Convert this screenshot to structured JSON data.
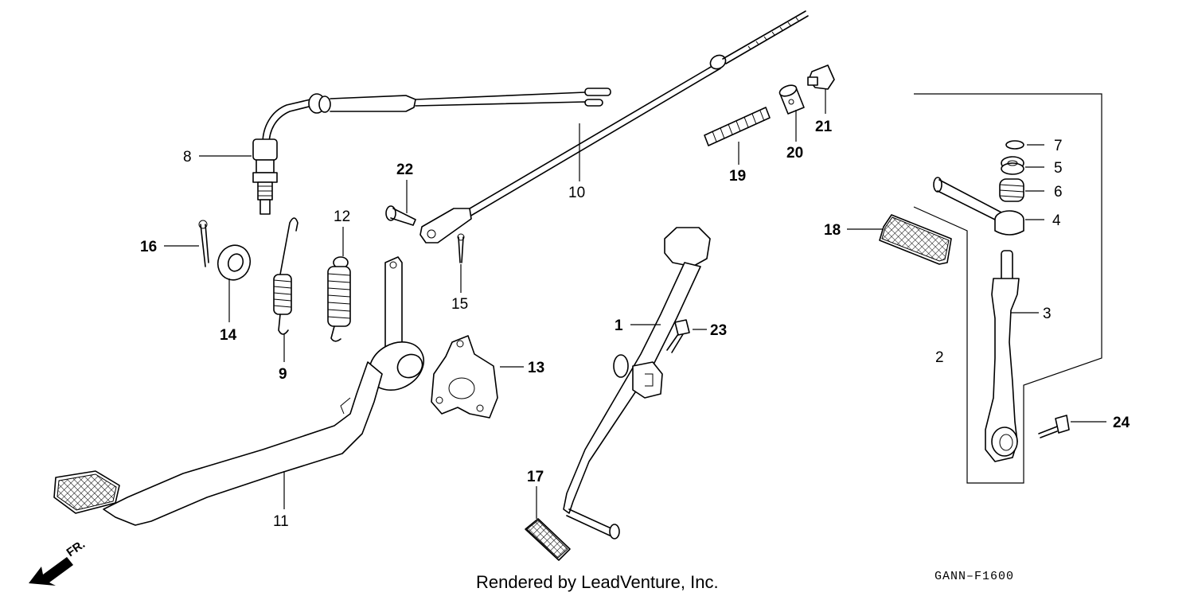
{
  "footer": {
    "credit": "Rendered by LeadVenture, Inc.",
    "diagram_code": "GANN–F1600"
  },
  "direction_label": "FR.",
  "callouts": {
    "c1": "1",
    "c2": "2",
    "c3": "3",
    "c4": "4",
    "c5": "5",
    "c6": "6",
    "c7": "7",
    "c8": "8",
    "c9": "9",
    "c10": "10",
    "c11": "11",
    "c12": "12",
    "c13": "13",
    "c14": "14",
    "c15": "15",
    "c16": "16",
    "c17": "17",
    "c18": "18",
    "c19": "19",
    "c20": "20",
    "c21": "21",
    "c22": "22",
    "c23": "23",
    "c24": "24"
  }
}
